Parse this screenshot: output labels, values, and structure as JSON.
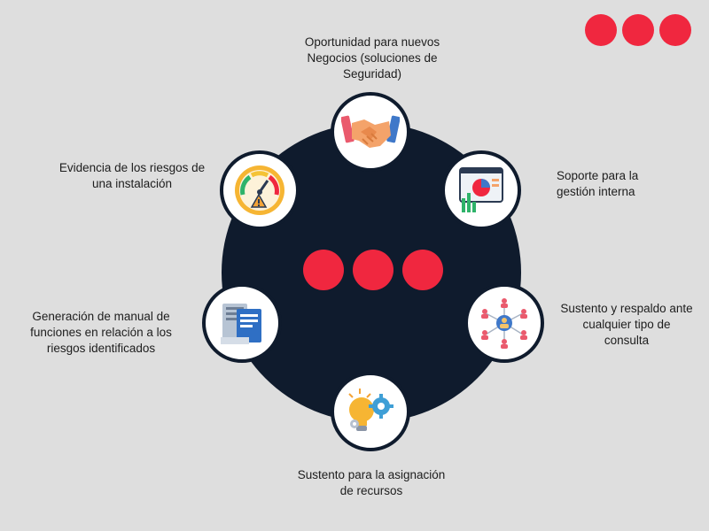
{
  "colors": {
    "background": "#dedede",
    "navy": "#0f1b2d",
    "accent_red": "#f0273f",
    "text": "#1d1d1d"
  },
  "items": [
    {
      "icon": "handshake-icon",
      "label": "Oportunidad para nuevos Negocios (soluciones de Seguridad)"
    },
    {
      "icon": "dashboard-chart-icon",
      "label": "Soporte para la gestión interna"
    },
    {
      "icon": "network-people-icon",
      "label": "Sustento y respaldo ante cualquier tipo de consulta"
    },
    {
      "icon": "lightbulb-gears-icon",
      "label": "Sustento para la asignación de recursos"
    },
    {
      "icon": "documents-icon",
      "label": "Generación de manual de funciones en relación a los riesgos identificados"
    },
    {
      "icon": "gauge-warning-icon",
      "label": "Evidencia de los riesgos de una instalación"
    }
  ]
}
